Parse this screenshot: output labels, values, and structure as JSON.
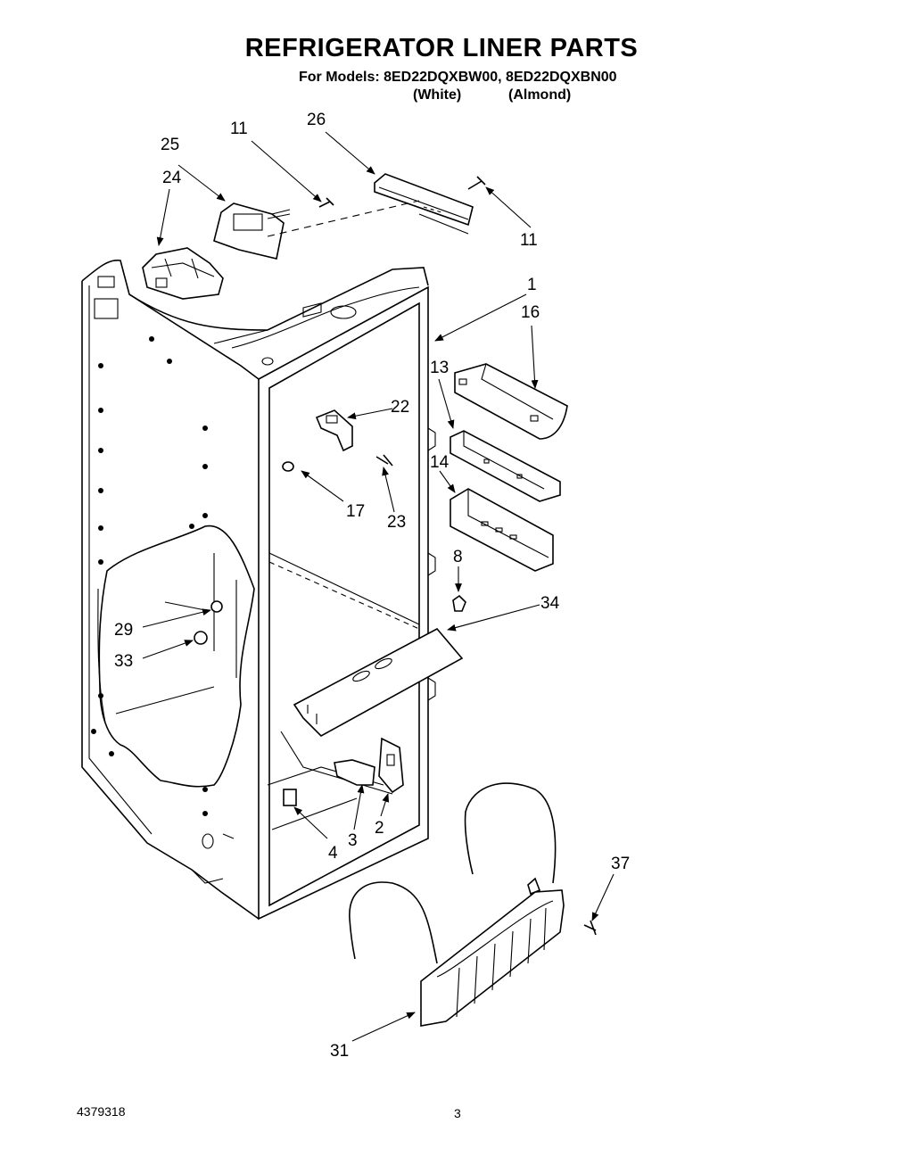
{
  "header": {
    "title": "REFRIGERATOR LINER PARTS",
    "models_line": "For Models: 8ED22DQXBW00, 8ED22DQXBN00",
    "color_white": "(White)",
    "color_almond": "(Almond)"
  },
  "footer": {
    "document_number": "4379318",
    "page_number": "3"
  },
  "callouts": {
    "c1": "1",
    "c2": "2",
    "c3": "3",
    "c4": "4",
    "c8": "8",
    "c11a": "11",
    "c11b": "11",
    "c13": "13",
    "c14": "14",
    "c16": "16",
    "c17": "17",
    "c22": "22",
    "c23": "23",
    "c24": "24",
    "c25": "25",
    "c26": "26",
    "c29": "29",
    "c31": "31",
    "c33": "33",
    "c34": "34",
    "c37": "37"
  }
}
